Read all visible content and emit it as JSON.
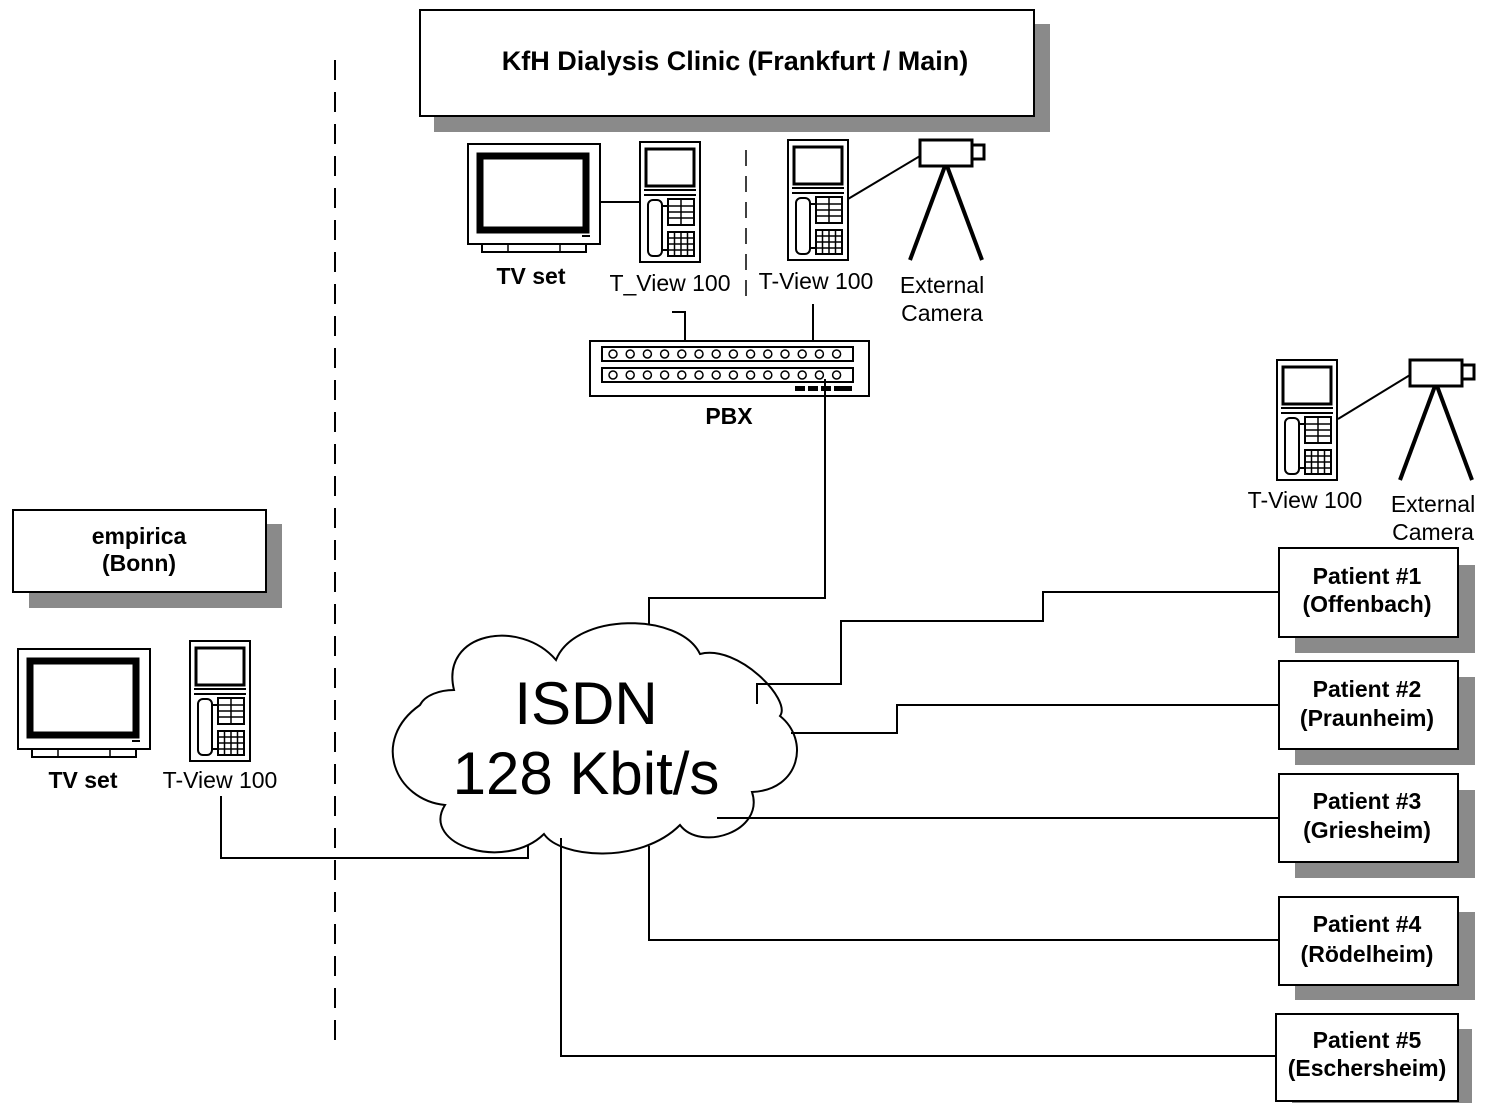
{
  "clinic": {
    "title": "KfH Dialysis Clinic (Frankfurt / Main)",
    "tv_label": "TV set",
    "tview_a_label": "T_View 100",
    "tview_b_label": "T-View 100",
    "camera_label": [
      "External",
      "Camera"
    ]
  },
  "pbx": {
    "label": "PBX"
  },
  "empirica": {
    "title": [
      "empirica",
      "(Bonn)"
    ],
    "tv_label": "TV set",
    "tview_label": "T-View 100"
  },
  "isdn": {
    "line1": "ISDN",
    "line2": "128 Kbit/s"
  },
  "remote": {
    "tview_label": "T-View 100",
    "camera_label": [
      "External",
      "Camera"
    ]
  },
  "patients": [
    {
      "name": "Patient #1",
      "location": "(Offenbach)"
    },
    {
      "name": "Patient #2",
      "location": "(Praunheim)"
    },
    {
      "name": "Patient #3",
      "location": "(Griesheim)"
    },
    {
      "name": "Patient #4",
      "location": "(Rödelheim)"
    },
    {
      "name": "Patient #5",
      "location": "(Eschersheim)"
    }
  ]
}
